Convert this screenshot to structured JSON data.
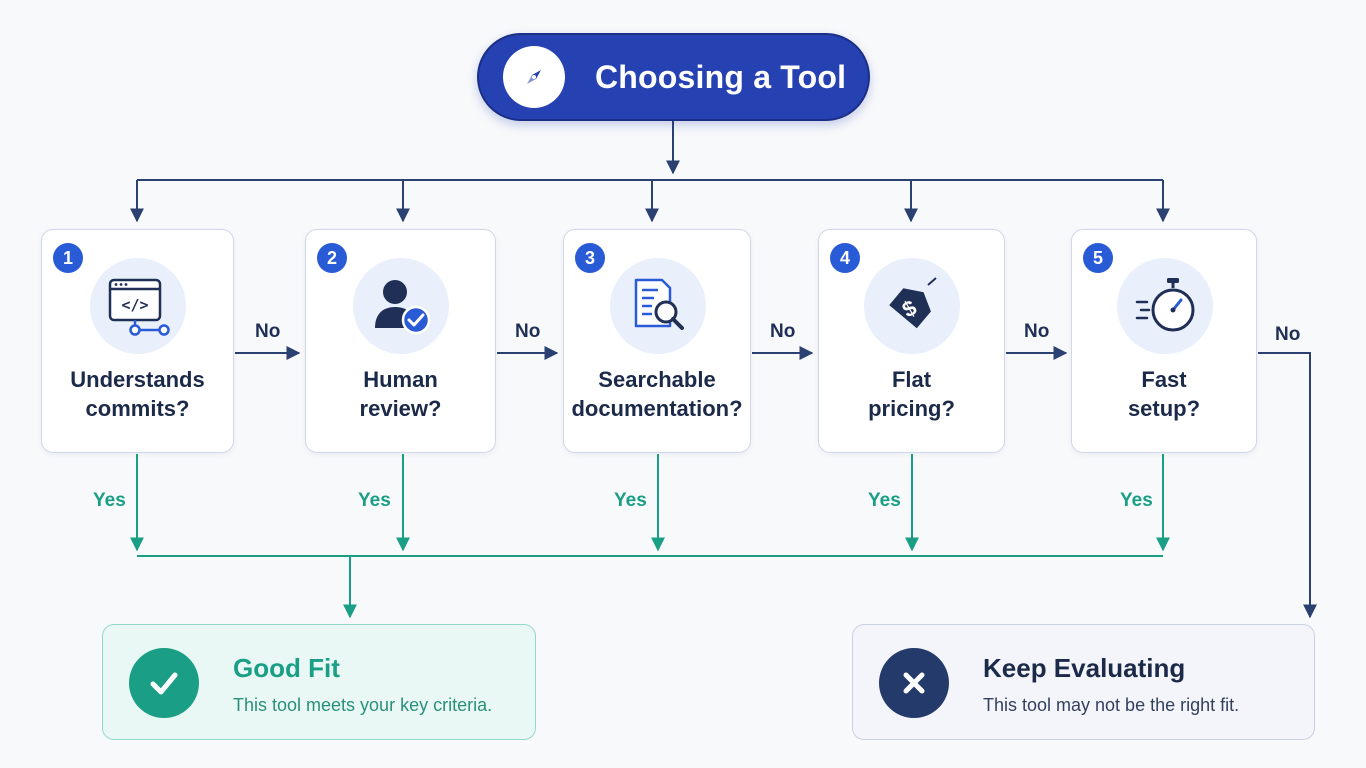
{
  "title": "Choosing a Tool",
  "steps": [
    {
      "number": "1",
      "label": "Understands\ncommits?",
      "icon": "code-commit-icon"
    },
    {
      "number": "2",
      "label": "Human\nreview?",
      "icon": "user-check-icon"
    },
    {
      "number": "3",
      "label": "Searchable\ndocumentation?",
      "icon": "document-search-icon"
    },
    {
      "number": "4",
      "label": "Flat\npricing?",
      "icon": "price-tag-icon"
    },
    {
      "number": "5",
      "label": "Fast\nsetup?",
      "icon": "stopwatch-icon"
    }
  ],
  "edges": {
    "no": "No",
    "yes": "Yes"
  },
  "outcomes": {
    "good_fit": {
      "title": "Good Fit",
      "description": "This tool meets your key criteria."
    },
    "keep_evaluating": {
      "title": "Keep Evaluating",
      "description": "This tool may not be the right fit."
    }
  },
  "colors": {
    "primary": "#2541b2",
    "connector": "#2b4171",
    "yes": "#1a9e85",
    "badge": "#2a5bd7"
  }
}
